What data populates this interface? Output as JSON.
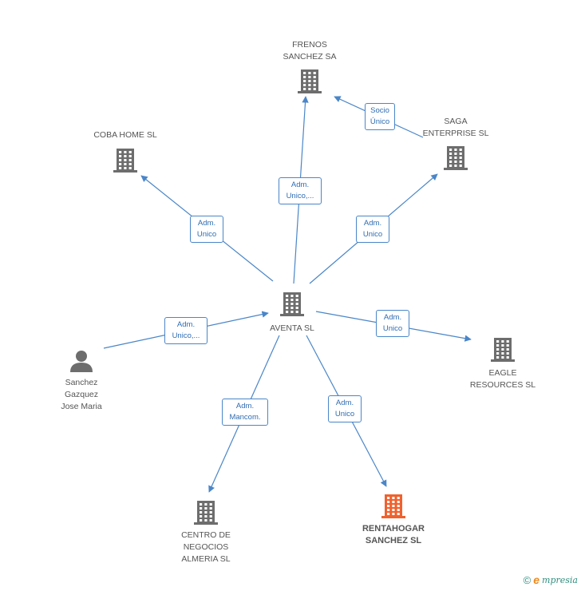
{
  "colors": {
    "edge": "#4a86c8",
    "building": "#6d6d6d",
    "building_highlight": "#f0612d",
    "person": "#6d6d6d"
  },
  "nodes": [
    {
      "id": "aventa",
      "label": "AVENTA SL",
      "icon": "building-icon",
      "highlight": false
    },
    {
      "id": "frenos",
      "label": "FRENOS\nSANCHEZ SA",
      "icon": "building-icon",
      "highlight": false
    },
    {
      "id": "saga",
      "label": "SAGA\nENTERPRISE SL",
      "icon": "building-icon",
      "highlight": false
    },
    {
      "id": "coba",
      "label": "COBA HOME SL",
      "icon": "building-icon",
      "highlight": false
    },
    {
      "id": "eagle",
      "label": "EAGLE\nRESOURCES  SL",
      "icon": "building-icon",
      "highlight": false
    },
    {
      "id": "sanchez",
      "label": "Sanchez\nGazquez\nJose Maria",
      "icon": "person-icon",
      "highlight": false
    },
    {
      "id": "centro",
      "label": "CENTRO DE\nNEGOCIOS\nALMERIA SL",
      "icon": "building-icon",
      "highlight": false
    },
    {
      "id": "rentahogar",
      "label": "RENTAHOGAR\nSANCHEZ SL",
      "icon": "building-icon",
      "highlight": true
    }
  ],
  "edges": [
    {
      "id": "e1",
      "from": "aventa",
      "to": "frenos",
      "label": "Adm.\nUnico,..."
    },
    {
      "id": "e2",
      "from": "saga",
      "to": "frenos",
      "label": "Socio\nÚnico"
    },
    {
      "id": "e3",
      "from": "aventa",
      "to": "coba",
      "label": "Adm.\nUnico"
    },
    {
      "id": "e4",
      "from": "aventa",
      "to": "saga",
      "label": "Adm.\nUnico"
    },
    {
      "id": "e5",
      "from": "sanchez",
      "to": "aventa",
      "label": "Adm.\nUnico,..."
    },
    {
      "id": "e6",
      "from": "aventa",
      "to": "eagle",
      "label": "Adm.\nUnico"
    },
    {
      "id": "e7",
      "from": "aventa",
      "to": "centro",
      "label": "Adm.\nMancom."
    },
    {
      "id": "e8",
      "from": "aventa",
      "to": "rentahogar",
      "label": "Adm.\nUnico"
    }
  ],
  "footer": {
    "copyright": "©",
    "brand_initial": "e",
    "brand_rest": "mpresia"
  }
}
